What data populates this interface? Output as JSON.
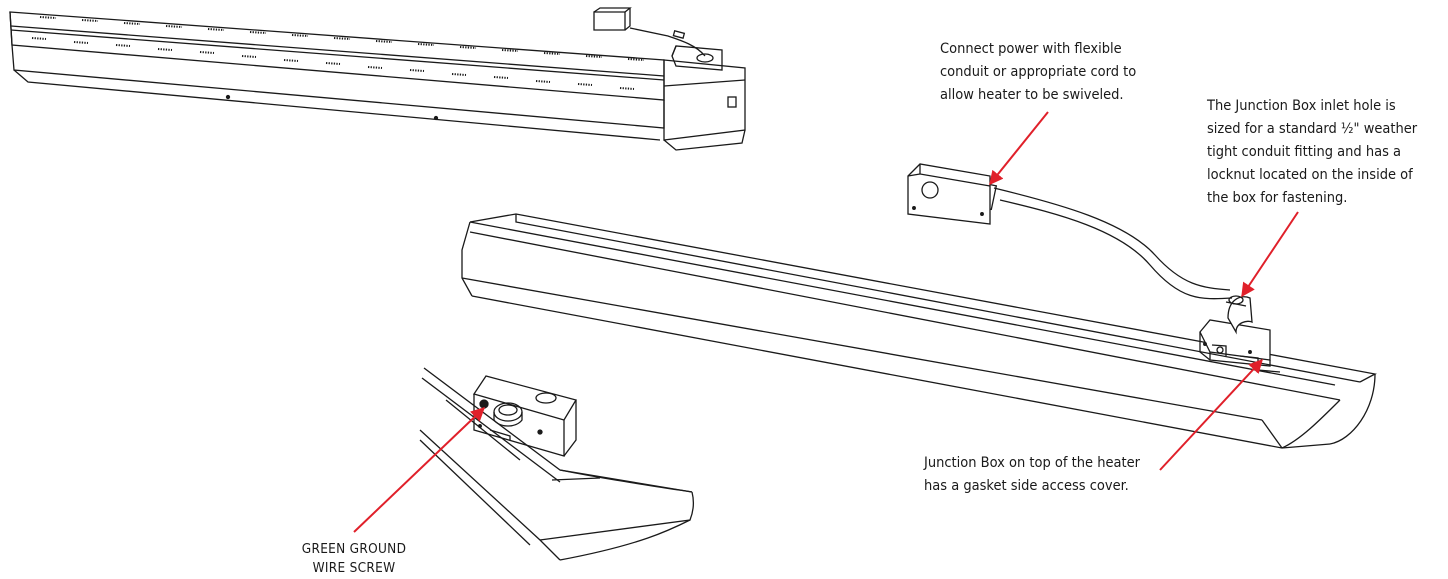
{
  "colors": {
    "line": "#1a1a1a",
    "arrow": "#e0202a",
    "background": "#ffffff"
  },
  "callouts": {
    "conduit": [
      "Connect power with flexible",
      "conduit or appropriate cord to",
      "allow heater to be swiveled."
    ],
    "inlet": [
      "The Junction Box inlet hole is",
      "sized for a standard ½\" weather",
      "tight conduit fitting and has a",
      "locknut located on the inside of",
      "the box for fastening."
    ],
    "junction": [
      "Junction Box on top of the heater",
      "has a gasket side access cover."
    ],
    "ground": [
      "GREEN GROUND",
      "WIRE SCREW"
    ]
  }
}
